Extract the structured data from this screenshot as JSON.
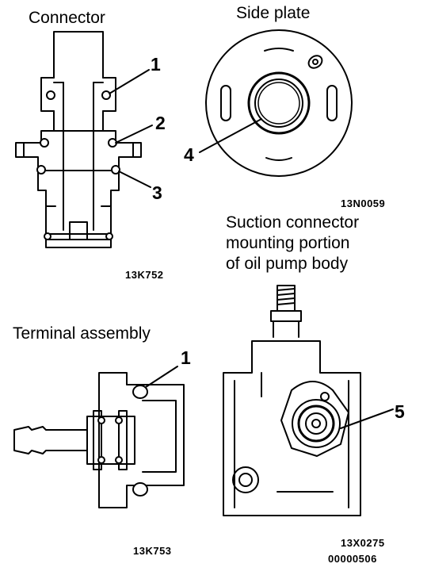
{
  "panels": {
    "connector": {
      "title": "Connector",
      "code": "13K752",
      "callouts": [
        "1",
        "2",
        "3"
      ]
    },
    "side_plate": {
      "title": "Side plate",
      "code": "13N0059",
      "callout": "4"
    },
    "terminal_assembly": {
      "title": "Terminal assembly",
      "code": "13K753",
      "callout": "1"
    },
    "pump_body": {
      "title_lines": [
        "Suction connector",
        "mounting portion",
        "of oil pump body"
      ],
      "codes": [
        "13X0275",
        "00000506"
      ],
      "callout": "5"
    }
  }
}
